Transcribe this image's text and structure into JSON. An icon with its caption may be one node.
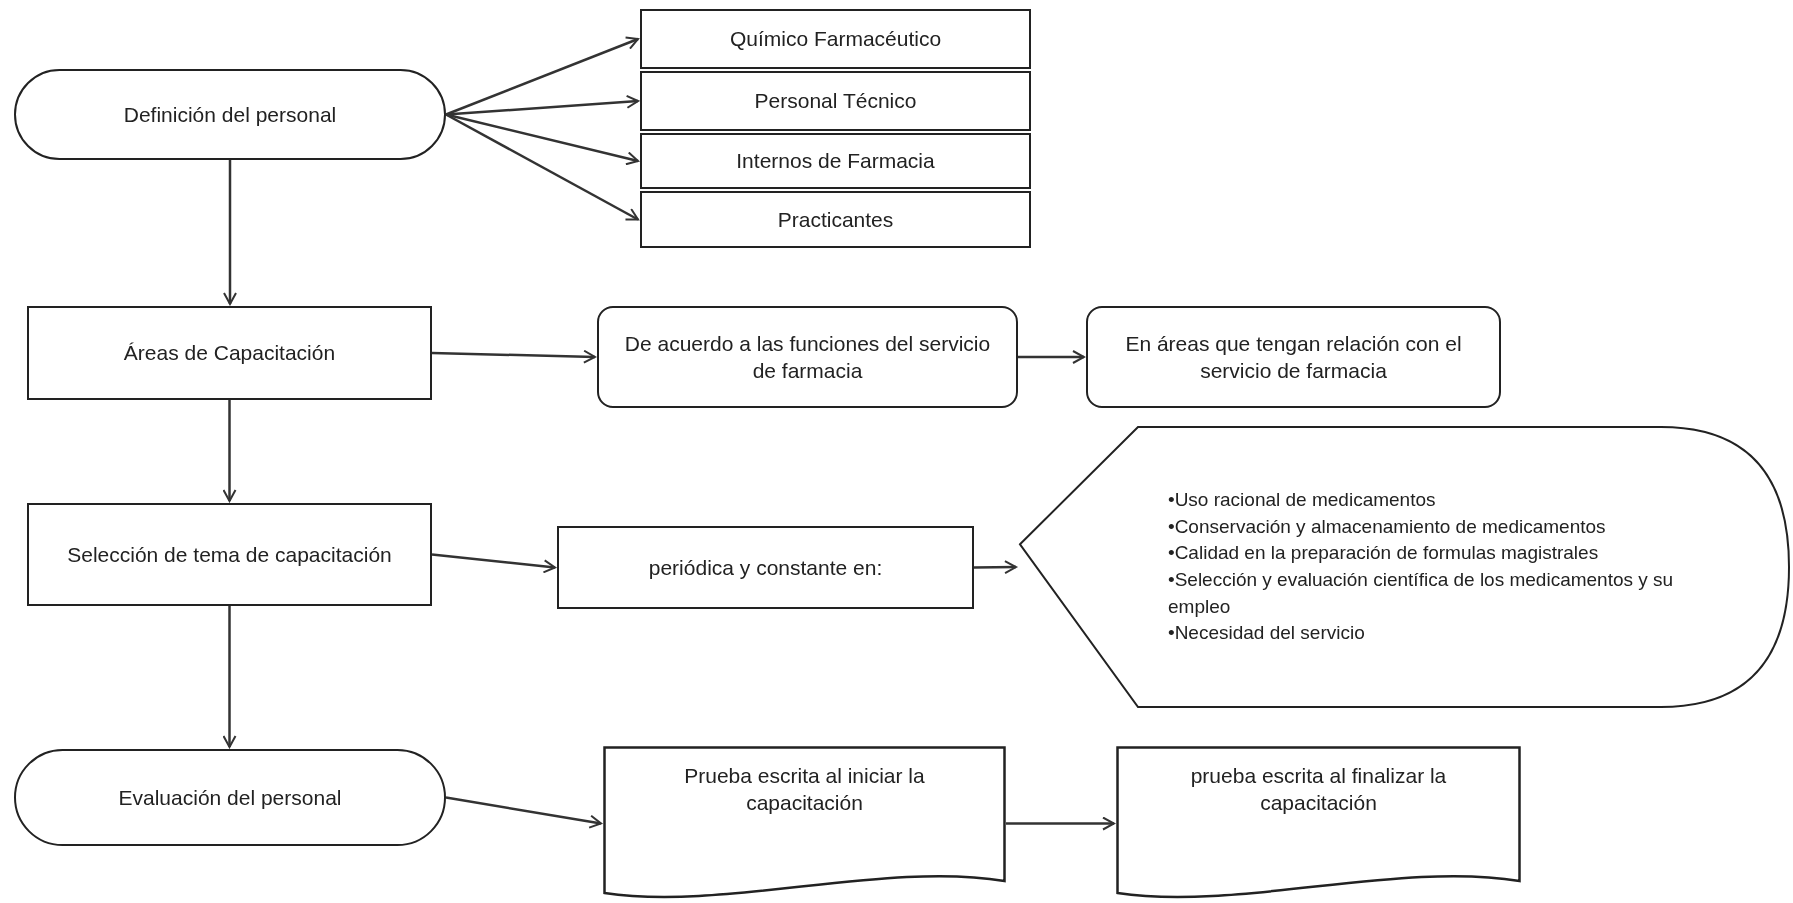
{
  "diagram": {
    "nodes": [
      {
        "text": [
          "Definición del personal"
        ]
      },
      {
        "text": [
          "Químico Farmacéutico"
        ]
      },
      {
        "text": [
          "Personal Técnico"
        ]
      },
      {
        "text": [
          "Internos de Farmacia"
        ]
      },
      {
        "text": [
          "Practicantes"
        ]
      },
      {
        "text": [
          "Áreas de Capacitación"
        ]
      },
      {
        "text": [
          "De acuerdo a las funciones del servicio de farmacia"
        ]
      },
      {
        "text": [
          "En áreas que tengan relación con el servicio de farmacia"
        ]
      },
      {
        "text": [
          "Selección de tema de capacitación"
        ]
      },
      {
        "text": [
          "periódica  y constante en:"
        ]
      },
      {
        "text": [
          "•Uso racional de medicamentos",
          "•Conservación y almacenamiento de medicamentos",
          "•Calidad en la preparación de formulas magistrales",
          "•Selección y evaluación científica de los medicamentos y su empleo",
          "•Necesidad del servicio"
        ]
      },
      {
        "text": [
          "Evaluación del personal"
        ]
      },
      {
        "text": [
          "Prueba escrita al iniciar la capacitación"
        ]
      },
      {
        "text": [
          "prueba escrita al finalizar la capacitación"
        ]
      }
    ],
    "edges": [
      {
        "from": 0,
        "to": 1,
        "arrow": "to"
      },
      {
        "from": 0,
        "to": 2,
        "arrow": "to"
      },
      {
        "from": 0,
        "to": 3,
        "arrow": "to"
      },
      {
        "from": 0,
        "to": 4,
        "arrow": "to"
      },
      {
        "from": 0,
        "to": 5,
        "arrow": "to"
      },
      {
        "from": 5,
        "to": 6,
        "arrow": "to"
      },
      {
        "from": 6,
        "to": 7,
        "arrow": "to"
      },
      {
        "from": 5,
        "to": 8,
        "arrow": "to"
      },
      {
        "from": 8,
        "to": 9,
        "arrow": "to"
      },
      {
        "from": 9,
        "to": 10,
        "arrow": "to"
      },
      {
        "from": 8,
        "to": 11,
        "arrow": "to"
      },
      {
        "from": 11,
        "to": 12,
        "arrow": "to"
      },
      {
        "from": 12,
        "to": 13,
        "arrow": "to"
      }
    ]
  }
}
